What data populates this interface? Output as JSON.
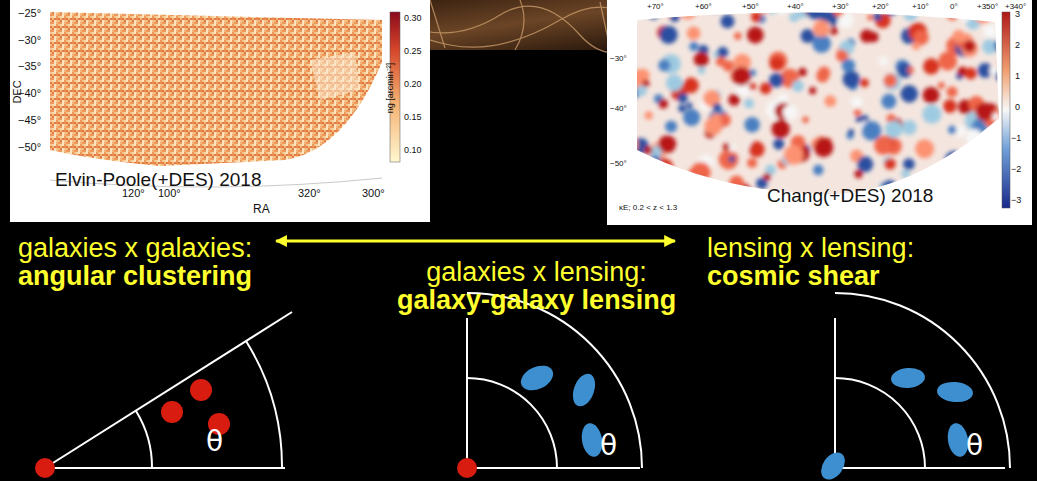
{
  "diagram": {
    "nodes": [
      {
        "text": [
          "Elvin-Poole(+DES) 2018",
          "DEC",
          "RA",
          "−25°",
          "−30°",
          "−35°",
          "−40°",
          "−45°",
          "−50°",
          "120°",
          "100°",
          "320°",
          "300°",
          "0.30",
          "0.25",
          "0.20",
          "0.15",
          "0.10",
          "ng [arcmin⁻²]"
        ]
      },
      {
        "text": [
          "Chang(+DES) 2018",
          "κE; 0.2 < z < 1.3",
          "+70°",
          "+60°",
          "+50°",
          "+40°",
          "+30°",
          "+20°",
          "+10°",
          "0°",
          "+350°",
          "+340°",
          "−30°",
          "−40°",
          "−50°",
          "3",
          "2",
          "1",
          "0",
          "−1",
          "−2",
          "−3"
        ]
      },
      {
        "text": [
          "galaxies x galaxies:",
          "angular clustering"
        ]
      },
      {
        "text": [
          "galaxies x lensing:",
          "galaxy-galaxy lensing"
        ]
      },
      {
        "text": [
          "lensing x lensing:",
          "cosmic shear"
        ]
      }
    ],
    "edges": [
      {
        "from": 2,
        "to": 4,
        "arrow": "both"
      }
    ],
    "labels": [
      "θ",
      "θ",
      "θ"
    ]
  }
}
